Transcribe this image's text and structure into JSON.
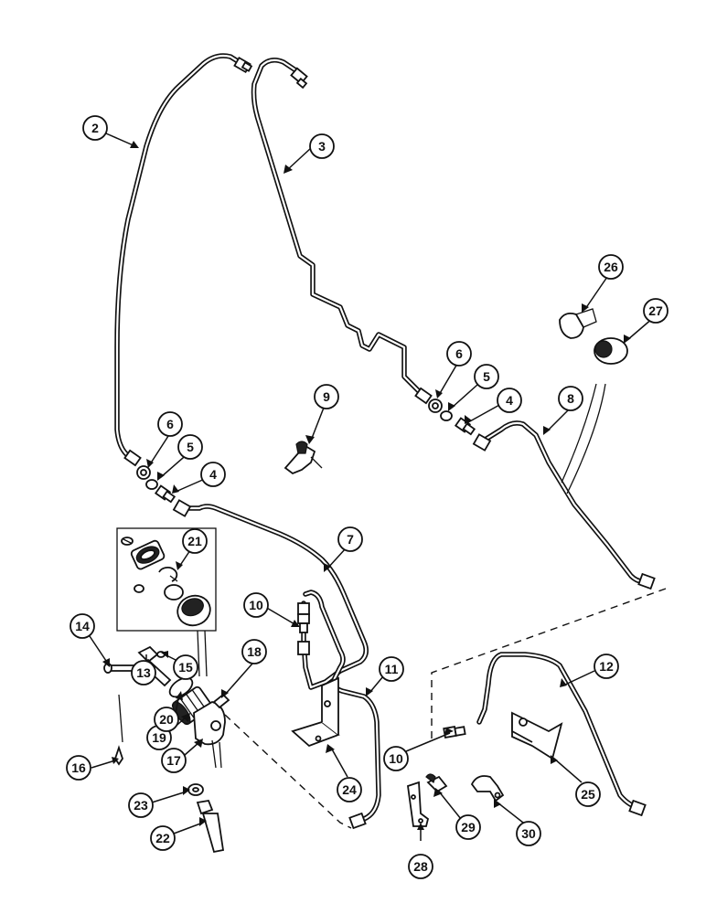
{
  "callouts": [
    {
      "id": "c2",
      "label": "2"
    },
    {
      "id": "c3",
      "label": "3"
    },
    {
      "id": "c4a",
      "label": "4"
    },
    {
      "id": "c4b",
      "label": "4"
    },
    {
      "id": "c5a",
      "label": "5"
    },
    {
      "id": "c5b",
      "label": "5"
    },
    {
      "id": "c6a",
      "label": "6"
    },
    {
      "id": "c6b",
      "label": "6"
    },
    {
      "id": "c7",
      "label": "7"
    },
    {
      "id": "c8",
      "label": "8"
    },
    {
      "id": "c9",
      "label": "9"
    },
    {
      "id": "c10a",
      "label": "10"
    },
    {
      "id": "c10b",
      "label": "10"
    },
    {
      "id": "c11",
      "label": "11"
    },
    {
      "id": "c12",
      "label": "12"
    },
    {
      "id": "c13",
      "label": "13"
    },
    {
      "id": "c14",
      "label": "14"
    },
    {
      "id": "c15",
      "label": "15"
    },
    {
      "id": "c16",
      "label": "16"
    },
    {
      "id": "c17",
      "label": "17"
    },
    {
      "id": "c18",
      "label": "18"
    },
    {
      "id": "c19",
      "label": "19"
    },
    {
      "id": "c20",
      "label": "20"
    },
    {
      "id": "c21",
      "label": "21"
    },
    {
      "id": "c22",
      "label": "22"
    },
    {
      "id": "c23",
      "label": "23"
    },
    {
      "id": "c24",
      "label": "24"
    },
    {
      "id": "c25",
      "label": "25"
    },
    {
      "id": "c26",
      "label": "26"
    },
    {
      "id": "c27",
      "label": "27"
    },
    {
      "id": "c28",
      "label": "28"
    },
    {
      "id": "c29",
      "label": "29"
    },
    {
      "id": "c30",
      "label": "30"
    }
  ]
}
